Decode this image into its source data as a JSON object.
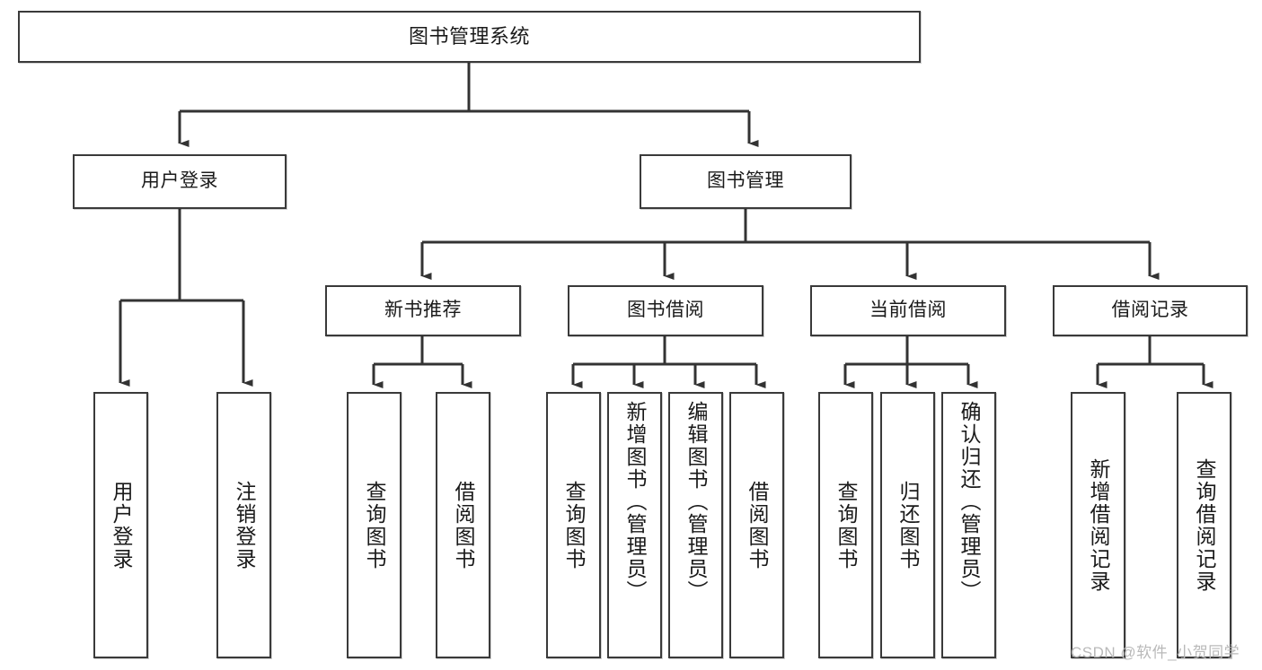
{
  "diagram": {
    "title": "图书管理系统",
    "type": "tree-hierarchy-chart",
    "orientation": "top-down",
    "style": {
      "box_border_color": "#3a3a3a",
      "box_fill_color": "#ffffff",
      "connector_color": "#333333",
      "background": "#ffffff",
      "watermark_color": "#b9b9b9"
    }
  },
  "nodes": {
    "root": {
      "id": "root",
      "label": "图书管理系统",
      "level": 0,
      "text_direction": "horizontal"
    },
    "level1": [
      {
        "id": "user_login",
        "label": "用户登录",
        "level": 1,
        "text_direction": "horizontal"
      },
      {
        "id": "book_manage",
        "label": "图书管理",
        "level": 1,
        "text_direction": "horizontal"
      }
    ],
    "level2": [
      {
        "id": "new_book_rec",
        "label": "新书推荐",
        "level": 2,
        "text_direction": "horizontal",
        "parent": "book_manage"
      },
      {
        "id": "book_borrow",
        "label": "图书借阅",
        "level": 2,
        "text_direction": "horizontal",
        "parent": "book_manage"
      },
      {
        "id": "current_borrow",
        "label": "当前借阅",
        "level": 2,
        "text_direction": "horizontal",
        "parent": "book_manage"
      },
      {
        "id": "borrow_record",
        "label": "借阅记录",
        "level": 2,
        "text_direction": "horizontal",
        "parent": "book_manage"
      }
    ],
    "leaves": [
      {
        "id": "leaf_user_login",
        "label": "用户登录",
        "parent": "user_login",
        "text_direction": "vertical"
      },
      {
        "id": "leaf_logout",
        "label": "注销登录",
        "parent": "user_login",
        "text_direction": "vertical"
      },
      {
        "id": "leaf_query_book_1",
        "label": "查询图书",
        "parent": "new_book_rec",
        "text_direction": "vertical"
      },
      {
        "id": "leaf_borrow_book_1",
        "label": "借阅图书",
        "parent": "new_book_rec",
        "text_direction": "vertical"
      },
      {
        "id": "leaf_query_book_2",
        "label": "查询图书",
        "parent": "book_borrow",
        "text_direction": "vertical"
      },
      {
        "id": "leaf_add_book",
        "label": "新增图书（管理员）",
        "parent": "book_borrow",
        "text_direction": "vertical"
      },
      {
        "id": "leaf_edit_book",
        "label": "编辑图书（管理员）",
        "parent": "book_borrow",
        "text_direction": "vertical"
      },
      {
        "id": "leaf_borrow_book_2",
        "label": "借阅图书",
        "parent": "book_borrow",
        "text_direction": "vertical"
      },
      {
        "id": "leaf_query_book_3",
        "label": "查询图书",
        "parent": "current_borrow",
        "text_direction": "vertical"
      },
      {
        "id": "leaf_return_book",
        "label": "归还图书",
        "parent": "current_borrow",
        "text_direction": "vertical"
      },
      {
        "id": "leaf_confirm_return",
        "label": "确认归还（管理员）",
        "parent": "current_borrow",
        "text_direction": "vertical"
      },
      {
        "id": "leaf_add_record",
        "label": "新增借阅记录",
        "parent": "borrow_record",
        "text_direction": "vertical"
      },
      {
        "id": "leaf_query_record",
        "label": "查询借阅记录",
        "parent": "borrow_record",
        "text_direction": "vertical"
      }
    ]
  },
  "watermark": {
    "text": "CSDN @软件_小贺同学"
  }
}
